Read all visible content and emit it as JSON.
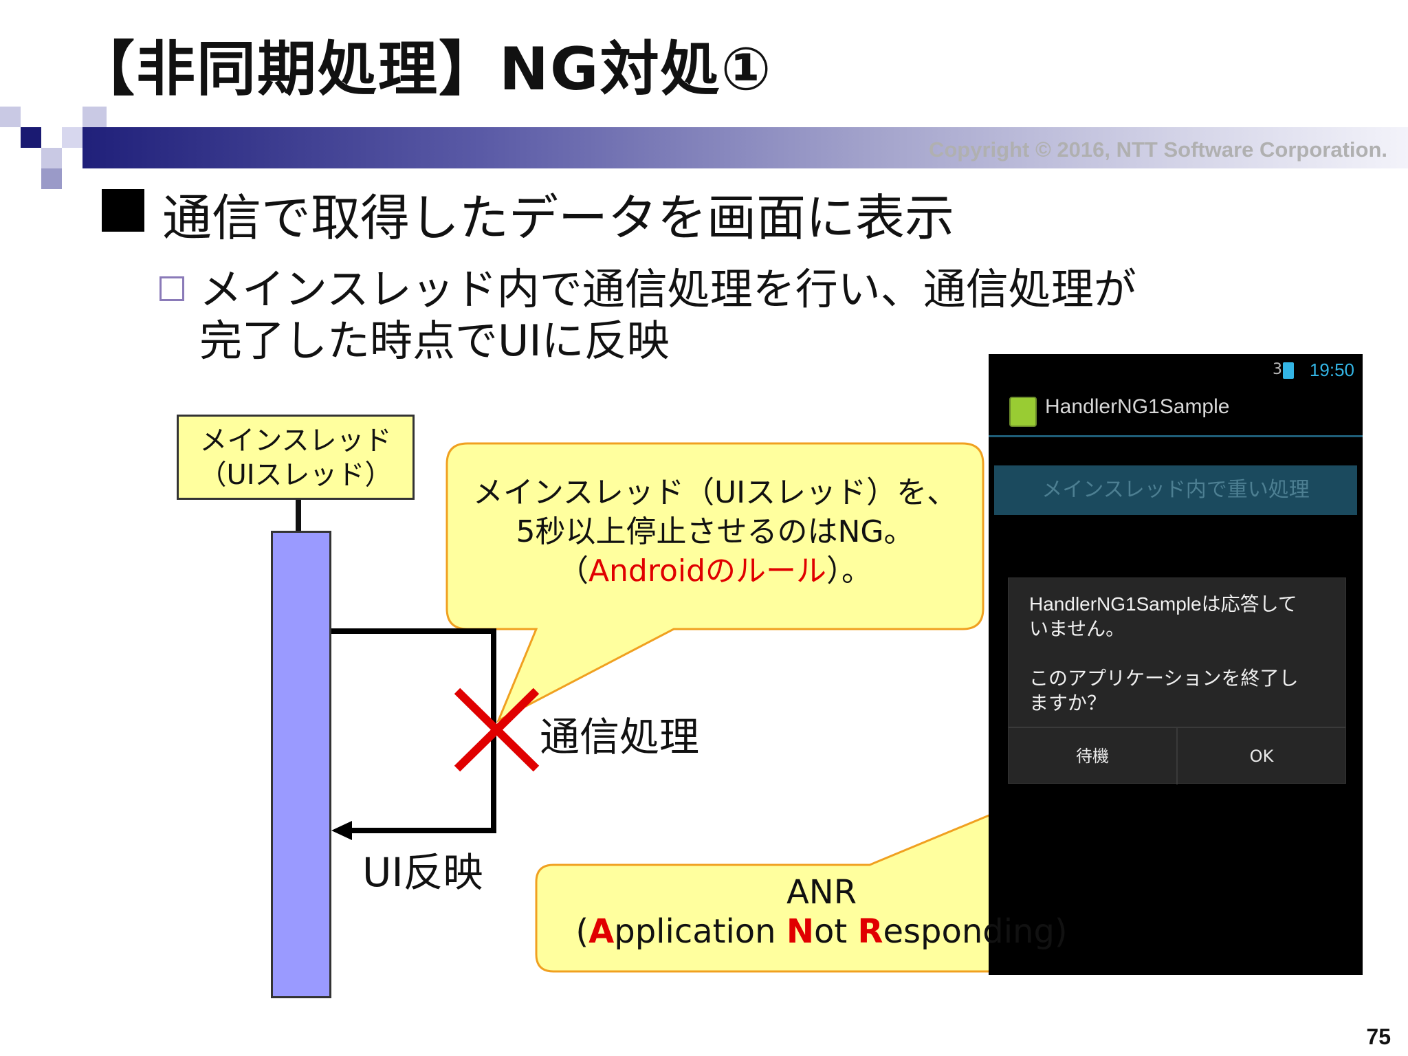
{
  "slide": {
    "title": "【非同期処理】NG対処①",
    "copyright": "Copyright © 2016, NTT Software Corporation.",
    "page_number": "75"
  },
  "bullets": {
    "level1": "通信で取得したデータを画面に表示",
    "level2_line1": "メインスレッド内で通信処理を行い、通信処理が",
    "level2_line2": "完了した時点でUIに反映"
  },
  "diagram": {
    "main_thread_line1": "メインスレッド",
    "main_thread_line2": "（UIスレッド）",
    "comm_label": "通信処理",
    "ui_label": "UI反映"
  },
  "callout_rule": {
    "line1": "メインスレッド（UIスレッド）を、",
    "line2": "5秒以上停止させるのはNG。",
    "line3_open": "（",
    "line3_red": "Androidのルール",
    "line3_close": "）。"
  },
  "callout_anr": {
    "line1": "ANR",
    "open": "(",
    "a": "A",
    "a_rest": "pplication ",
    "n": "N",
    "n_rest": "ot ",
    "r": "R",
    "r_rest": "esponding)"
  },
  "phone": {
    "status_network": "3G",
    "status_time": "19:50",
    "app_title": "HandlerNG1Sample",
    "heavy_button": "メインスレッド内で重い処理",
    "dialog_message_line1": "HandlerNG1Sampleは応答して",
    "dialog_message_line2": "いません。",
    "dialog_message_line3": "このアプリケーションを終了し",
    "dialog_message_line4": "ますか？",
    "wait_button": "待機",
    "ok_button": "OK"
  },
  "colors": {
    "callout_fill": "#ffff9e",
    "callout_border": "#f0a020",
    "lifeline_bar": "#9a9aff",
    "cross": "#e00000"
  }
}
